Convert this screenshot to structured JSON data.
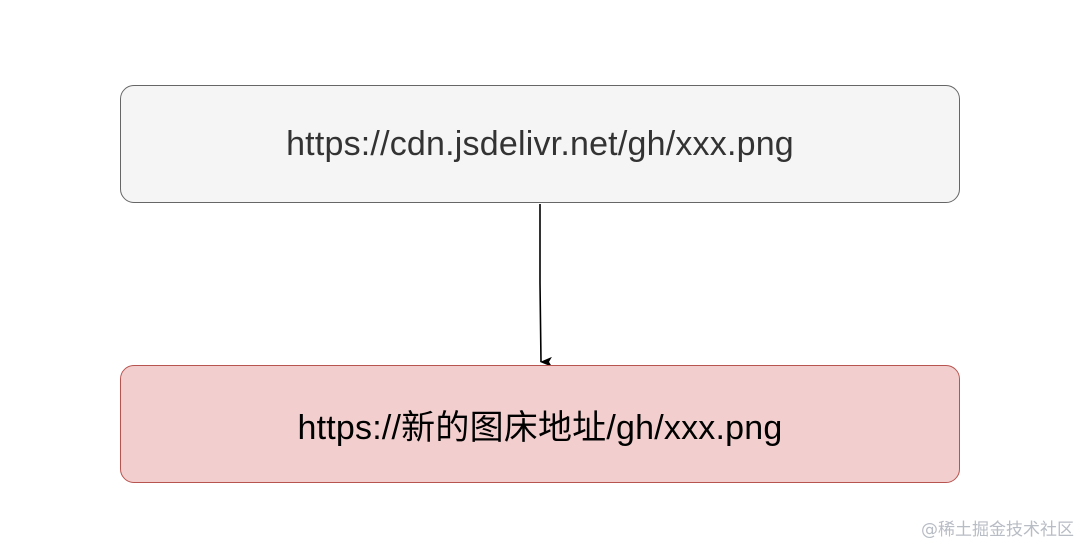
{
  "diagram": {
    "nodes": [
      {
        "id": "source",
        "label": "https://cdn.jsdelivr.net/gh/xxx.png",
        "fill": "#f5f5f5",
        "stroke": "#666666"
      },
      {
        "id": "target",
        "label": "https://新的图床地址/gh/xxx.png",
        "fill": "#f8cecc",
        "stroke": "#b85450"
      }
    ],
    "edges": [
      {
        "from": "source",
        "to": "target"
      }
    ]
  },
  "watermark": "@稀土掘金技术社区"
}
